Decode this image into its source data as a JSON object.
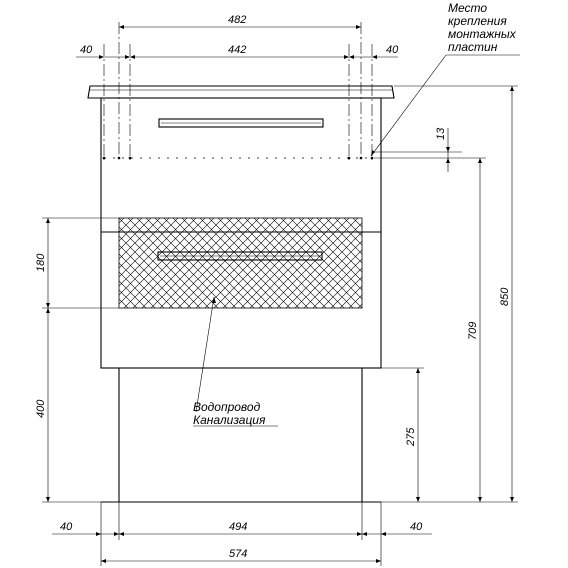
{
  "dimensions": {
    "top_total": "482",
    "top_inner": "442",
    "top_left_offset": "40",
    "top_right_offset": "40",
    "mount_height": "13",
    "zone_height": "180",
    "legs_height": "400",
    "plumbing_height": "275",
    "body_height": "709",
    "total_height": "850",
    "bottom_left_offset": "40",
    "bottom_inner": "494",
    "bottom_right_offset": "40",
    "bottom_total": "574"
  },
  "notes": {
    "mount_line1": "Место",
    "mount_line2": "крепления",
    "mount_line3": "монтажных",
    "mount_line4": "пластин",
    "water_supply": "Водопровод",
    "sewage": "Канализация"
  }
}
